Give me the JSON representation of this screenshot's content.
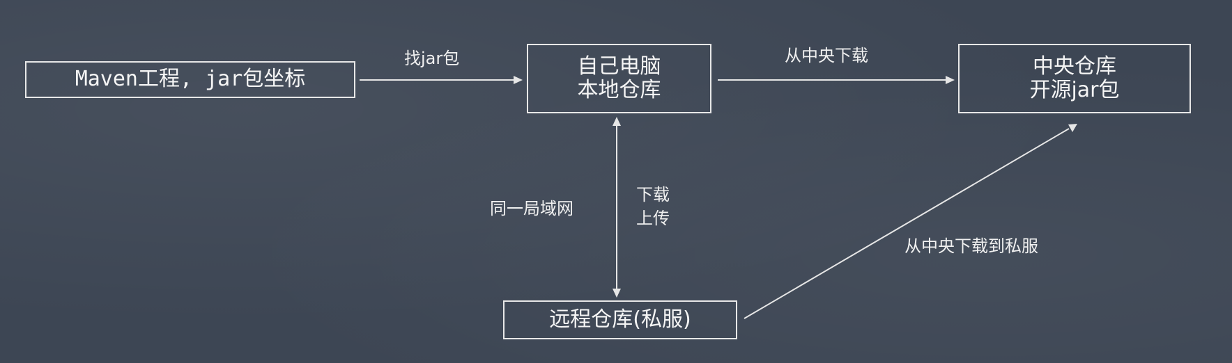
{
  "nodes": {
    "maven_project": "Maven工程, jar包坐标",
    "local_repo": [
      "自己电脑",
      "本地仓库"
    ],
    "central_repo": [
      "中央仓库",
      "开源jar包"
    ],
    "remote_repo": "远程仓库(私服)"
  },
  "edge_labels": {
    "find_jar": "找jar包",
    "download_from_central": "从中央下载",
    "same_lan": "同一局域网",
    "download_upload": [
      "下载",
      "上传"
    ],
    "download_to_private": "从中央下载到私服"
  }
}
